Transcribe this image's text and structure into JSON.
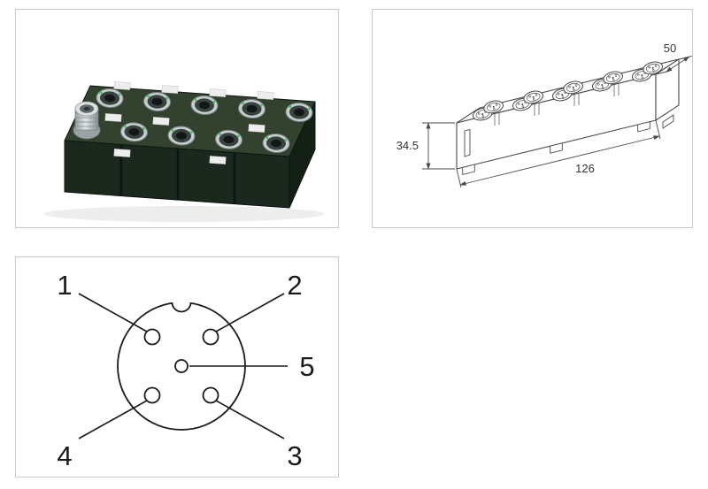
{
  "drawing": {
    "depth_mm": "50",
    "height_mm": "34.5",
    "length_mm": "126"
  },
  "pinout": {
    "pin_top_left": "1",
    "pin_top_right": "2",
    "pin_center": "5",
    "pin_bottom_right": "3",
    "pin_bottom_left": "4"
  },
  "colors": {
    "panel_border": "#c9c9c9",
    "drawing_line": "#4a4a4a",
    "pinout_line": "#1a1a1a",
    "module_body": "#1b281e",
    "led_green": "#49bd68"
  }
}
